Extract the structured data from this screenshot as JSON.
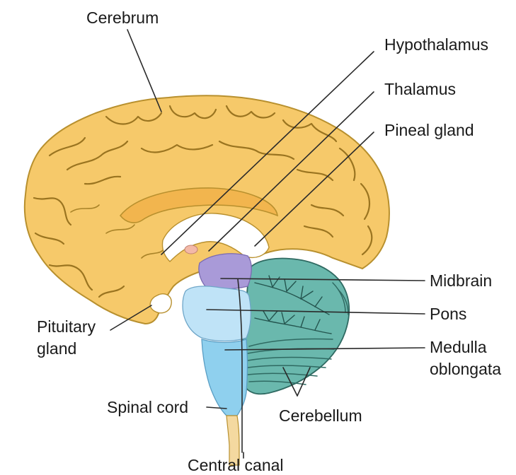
{
  "labels": {
    "cerebrum": "Cerebrum",
    "hypothalamus": "Hypothalamus",
    "thalamus": "Thalamus",
    "pineal_gland": "Pineal gland",
    "midbrain": "Midbrain",
    "pons": "Pons",
    "medulla_line1": "Medulla",
    "medulla_line2": "oblongata",
    "pituitary_line1": "Pituitary",
    "pituitary_line2": "gland",
    "spinal_cord": "Spinal cord",
    "cerebellum": "Cerebellum",
    "central_canal": "Central canal"
  },
  "colors": {
    "cerebrum_fill": "#f6c96a",
    "cerebrum_outline": "#b8902e",
    "corpus_callosum": "#f2b54e",
    "ventricle": "#ffffff",
    "midbrain": "#a99ad8",
    "pons": "#bfe3f7",
    "medulla": "#8fd0ee",
    "spinal_cord": "#f4d9a0",
    "cerebellum": "#6ab8ad",
    "pituitary": "#f0b08a",
    "text": "#1a1a1a"
  }
}
